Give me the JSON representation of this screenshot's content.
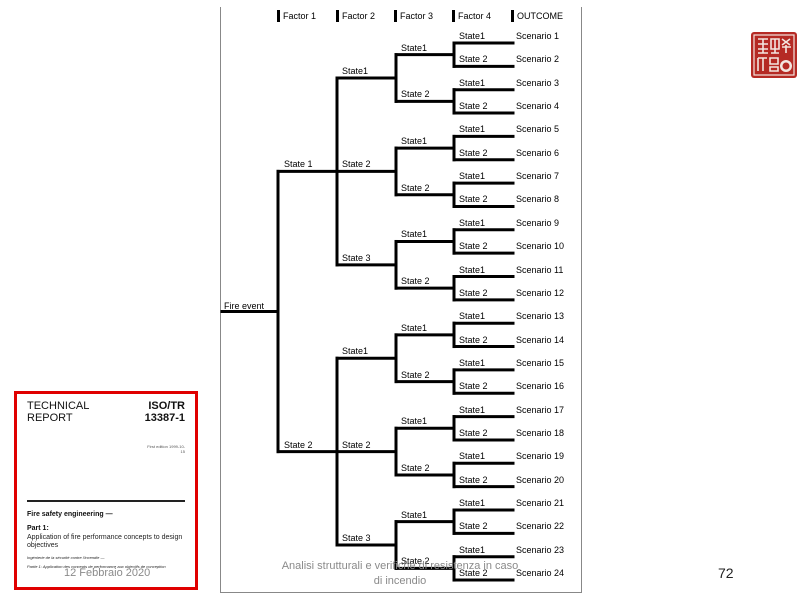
{
  "slide": {
    "page_number": "72",
    "footer_date": "12 Febbraio 2020",
    "footer_title": "Analisi strutturali e verifiche di resistenza in caso di incendio",
    "seal_icon": "chinese-seal-logo"
  },
  "event_tree": {
    "column_headers": [
      "Factor 1",
      "Factor 2",
      "Factor 3",
      "Factor 4",
      "OUTCOME"
    ],
    "root_label": "Fire event",
    "factor1_states": [
      "State 1",
      "State 2"
    ],
    "factor2_states": [
      "State1",
      "State 2",
      "State 3"
    ],
    "factor3_states": [
      "State1",
      "State 2"
    ],
    "factor4_states": [
      "State1",
      "State 2"
    ],
    "scenarios": [
      "Scenario 1",
      "Scenario 2",
      "Scenario 3",
      "Scenario 4",
      "Scenario 5",
      "Scenario 6",
      "Scenario 7",
      "Scenario 8",
      "Scenario 9",
      "Scenario 10",
      "Scenario 11",
      "Scenario 12",
      "Scenario 13",
      "Scenario 14",
      "Scenario 15",
      "Scenario 16",
      "Scenario 17",
      "Scenario 18",
      "Scenario 19",
      "Scenario 20",
      "Scenario 21",
      "Scenario 22",
      "Scenario 23",
      "Scenario 24"
    ]
  },
  "report_cover": {
    "type": "TECHNICAL REPORT",
    "number": "ISO/TR 13387-1",
    "edition": "First edition 1999-10-15",
    "title": "Fire safety engineering —",
    "part": "Part 1:",
    "description": "Application of fire performance concepts to design objectives",
    "french_title": "Ingénierie de la sécurité contre l'incendie —",
    "french_part": "Partie 1: Application des concepts de performance aux objectifs de conception"
  }
}
